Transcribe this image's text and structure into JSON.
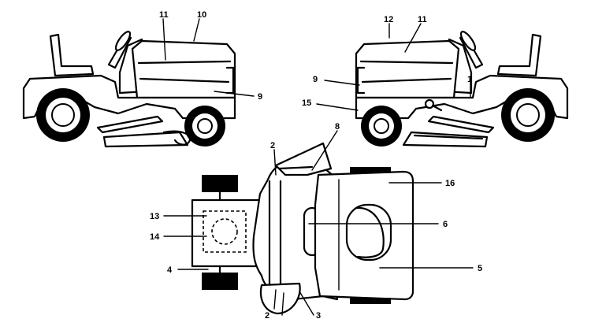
{
  "callouts": {
    "left_view": {
      "c11": "11",
      "c10": "10",
      "c9": "9"
    },
    "right_view": {
      "c12": "12",
      "c11": "11",
      "c9": "9",
      "c1": "1",
      "c15": "15"
    },
    "top_view": {
      "c2_top": "2",
      "c8": "8",
      "c16": "16",
      "c13": "13",
      "c14": "14",
      "c6": "6",
      "c4": "4",
      "c5": "5",
      "c2_bottom": "2",
      "c3": "3"
    }
  }
}
